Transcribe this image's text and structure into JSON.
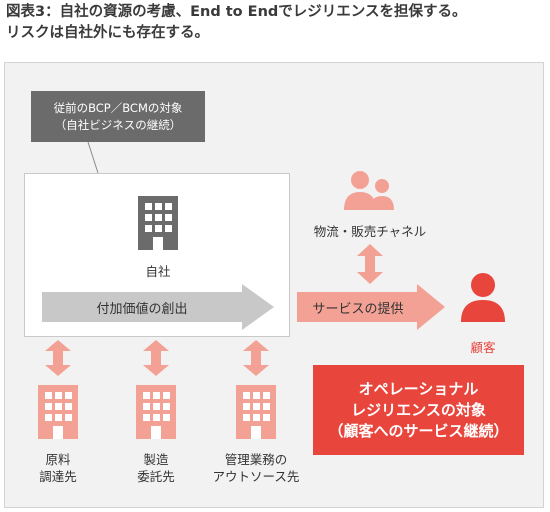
{
  "title": {
    "line1": "図表3：自社の資源の考慮、End to Endでレジリエンスを担保する。",
    "line2": "リスクは自社外にも存在する。"
  },
  "callout": {
    "line1": "従前のBCP／BCMの対象",
    "line2": "（自社ビジネスの継続）"
  },
  "company": {
    "label": "自社"
  },
  "value_creation": {
    "label": "付加価値の創出"
  },
  "logistics": {
    "label": "物流・販売チャネル"
  },
  "service_delivery": {
    "label": "サービスの提供"
  },
  "customer": {
    "label": "顧客"
  },
  "suppliers": [
    {
      "line1": "原料",
      "line2": "調達先"
    },
    {
      "line1": "製造",
      "line2": "委託先"
    },
    {
      "line1": "管理業務の",
      "line2": "アウトソース先"
    }
  ],
  "operational_resilience": {
    "line1": "オペレーショナル",
    "line2": "レジリエンスの対象",
    "line3": "（顧客へのサービス継続）"
  },
  "colors": {
    "accent_red": "#e8453c",
    "light_red": "#f4a195",
    "gray_dark": "#6b6b6b",
    "gray_arrow": "#c8c8c8"
  },
  "icons": {
    "company": "building-icon",
    "supplier": "building-icon",
    "logistics": "people-icon",
    "customer": "person-icon"
  }
}
